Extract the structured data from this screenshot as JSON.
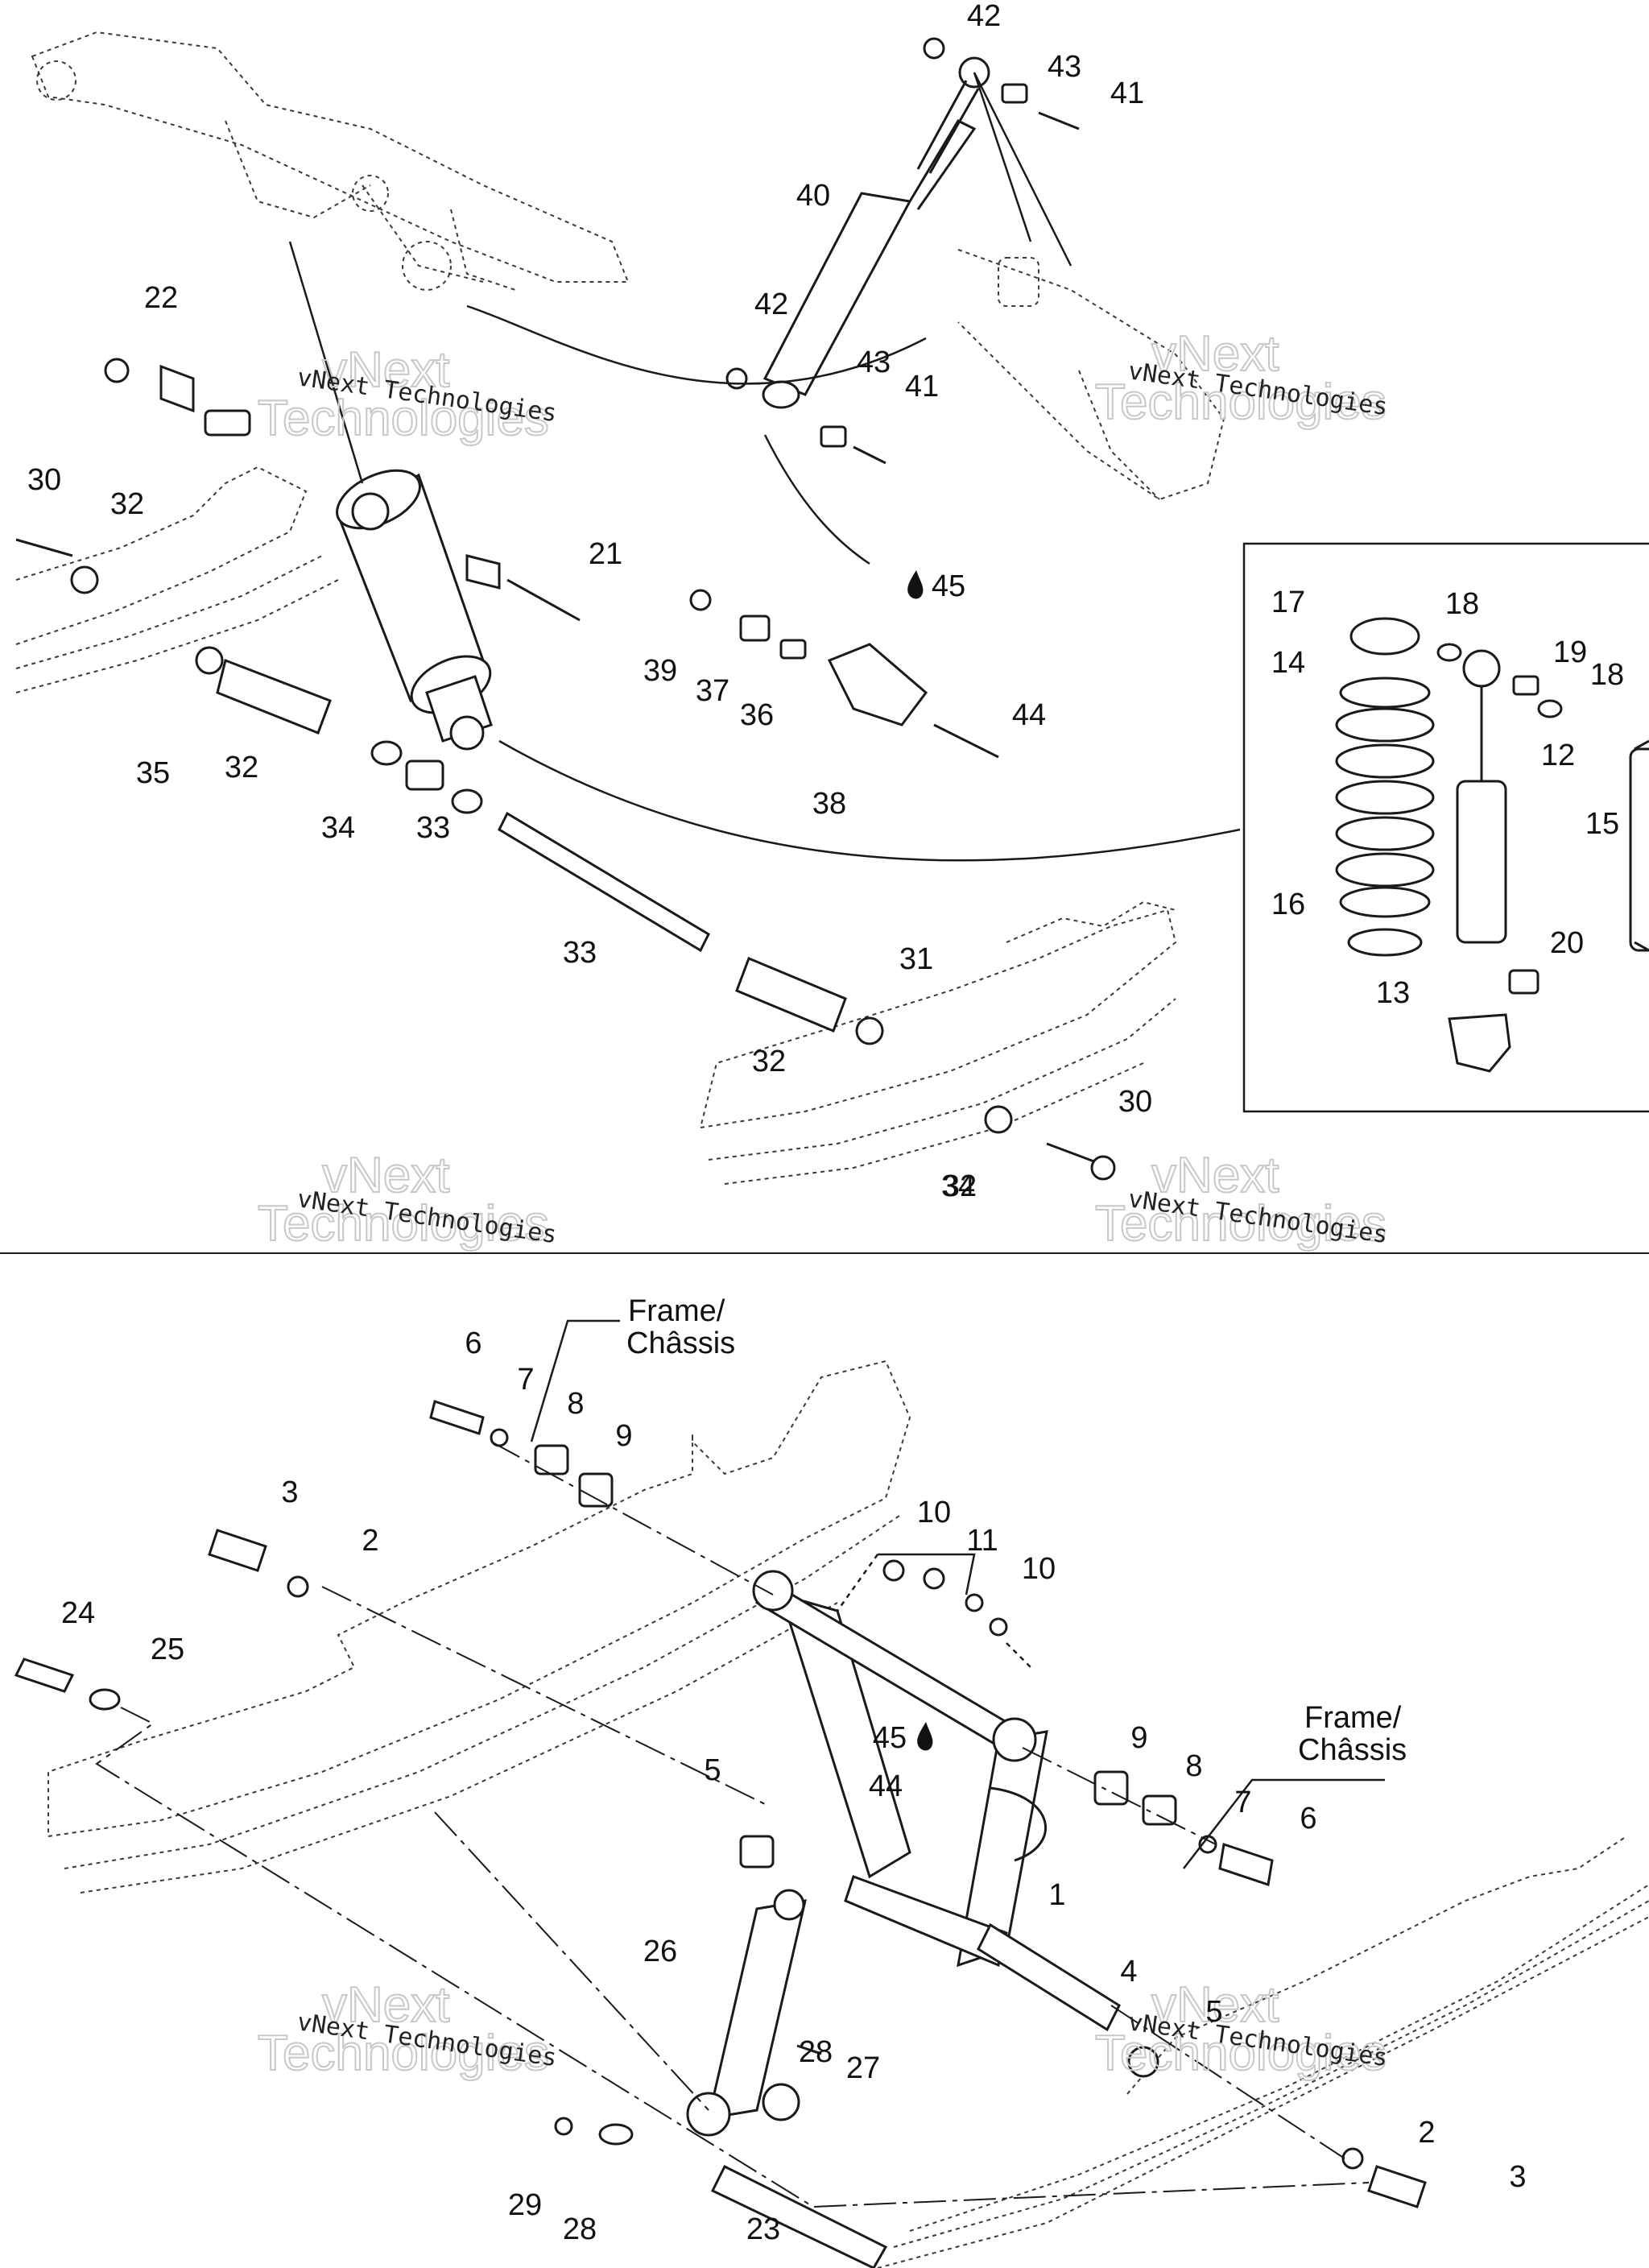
{
  "watermark": {
    "line1": "vNext Technologies",
    "big1": "vNext",
    "big2": "Technologies"
  },
  "frame_label": {
    "line1": "Frame/",
    "line2": "Châssis"
  },
  "callouts_top": [
    "42",
    "43",
    "41",
    "40",
    "42",
    "43",
    "41",
    "22",
    "30",
    "32",
    "21",
    "45",
    "39",
    "37",
    "36",
    "44",
    "38",
    "35",
    "32",
    "34",
    "33",
    "33",
    "31",
    "32",
    "34",
    "30",
    "32",
    "17",
    "18",
    "14",
    "19",
    "18",
    "12",
    "15",
    "16",
    "20",
    "13"
  ],
  "callouts_bottom": [
    "6",
    "7",
    "8",
    "9",
    "3",
    "2",
    "24",
    "25",
    "10",
    "11",
    "10",
    "9",
    "8",
    "7",
    "6",
    "5",
    "45",
    "44",
    "1",
    "26",
    "4",
    "5",
    "28",
    "27",
    "29",
    "28",
    "23",
    "2",
    "3"
  ]
}
